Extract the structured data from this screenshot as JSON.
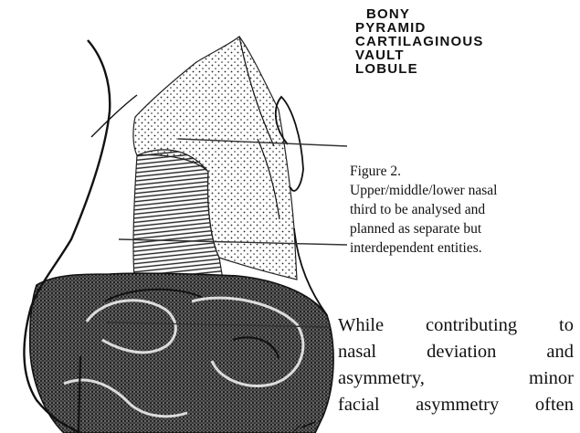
{
  "labels": [
    "BONY",
    "PYRAMID",
    "CARTILAGINOUS",
    "VAULT",
    "LOBULE"
  ],
  "figure": {
    "number": "Figure 2.",
    "caption_lines": [
      "Upper/middle/lower nasal",
      "third to be analysed and",
      "planned as separate but",
      "interdependent entities."
    ]
  },
  "body_lines": [
    "While contributing to",
    "nasal deviation and",
    "asymmetry, minor",
    "facial asymmetry often"
  ],
  "colors": {
    "ink": "#111111",
    "background": "#ffffff"
  }
}
